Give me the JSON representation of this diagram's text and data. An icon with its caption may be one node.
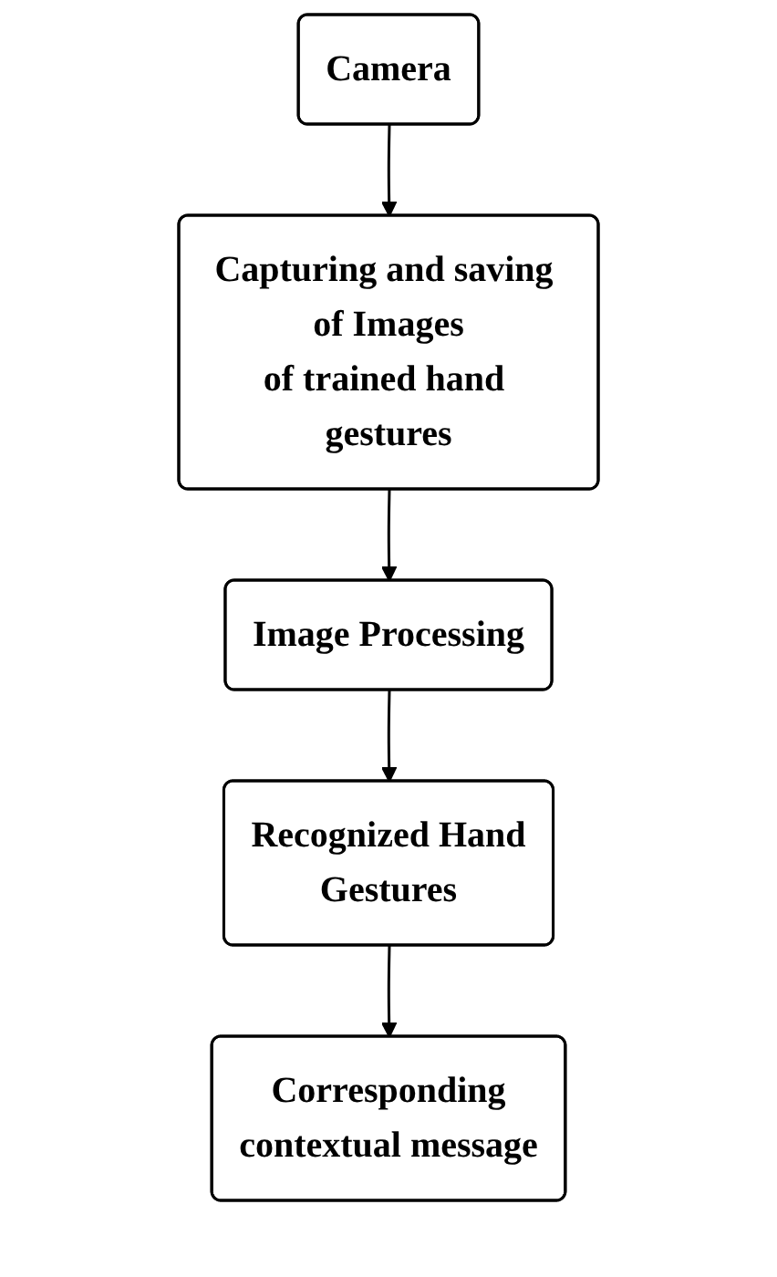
{
  "diagram": {
    "nodes": [
      {
        "text": [
          "Camera"
        ]
      },
      {
        "text": [
          "Capturing and saving of Images of trained hand gestures"
        ]
      },
      {
        "text": [
          "Image Processing"
        ]
      },
      {
        "text": [
          "Recognized Hand Gestures"
        ]
      },
      {
        "text": [
          "Corresponding contextual message"
        ]
      }
    ],
    "edges": [
      {
        "from": 0,
        "to": 1,
        "arrow": "to"
      },
      {
        "from": 1,
        "to": 2,
        "arrow": "to"
      },
      {
        "from": 2,
        "to": 3,
        "arrow": "to"
      },
      {
        "from": 3,
        "to": 4,
        "arrow": "to"
      }
    ]
  }
}
